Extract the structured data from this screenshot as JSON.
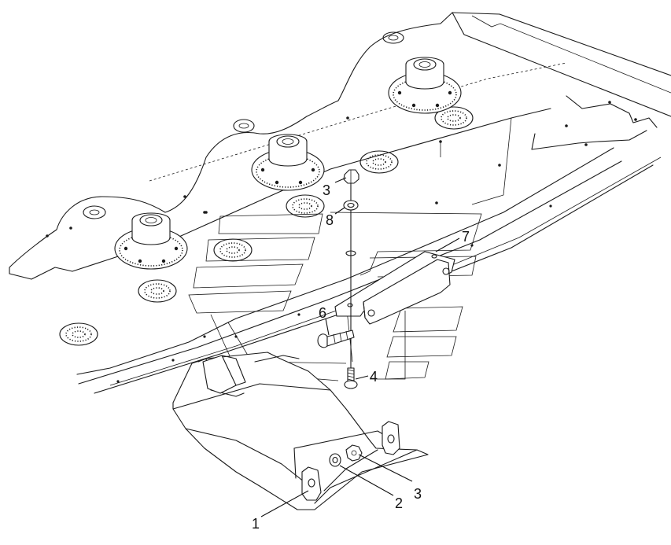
{
  "callouts": [
    {
      "id": "c1",
      "label": "1"
    },
    {
      "id": "c2",
      "label": "2"
    },
    {
      "id": "c3a",
      "label": "3"
    },
    {
      "id": "c3b",
      "label": "3"
    },
    {
      "id": "c4",
      "label": "4"
    },
    {
      "id": "c6",
      "label": "6"
    },
    {
      "id": "c7",
      "label": "7"
    },
    {
      "id": "c8",
      "label": "8"
    }
  ]
}
